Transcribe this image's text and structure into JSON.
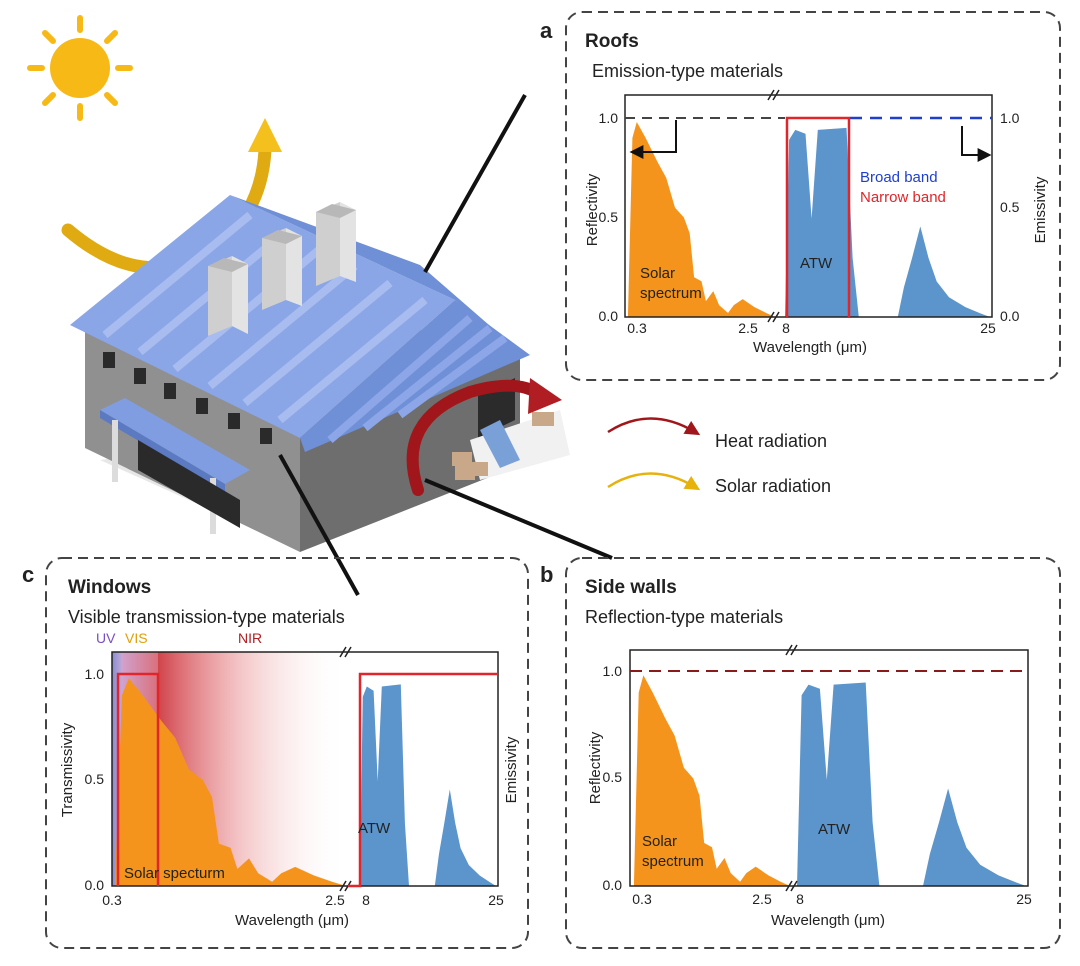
{
  "legend": {
    "heat_label": "Heat radiation",
    "solar_label": "Solar radiation",
    "heat_color": "#a0161a",
    "solar_color": "#e6b20c"
  },
  "colors": {
    "solar_fill": "#f5941d",
    "atw_fill": "#5b95cc",
    "narrow_band": "#e0262b",
    "broad_band": "#1f3fcf",
    "dashed_dark": "#444444",
    "dashed_red": "#8b1a1a",
    "roof": "#8aa6e6",
    "wall": "#8c8c8c",
    "sun": "#f7b916"
  },
  "panels": {
    "a": {
      "letter": "a",
      "title": "Roofs",
      "subtitle": "Emission-type materials",
      "left_axis_label": "Reflectivity",
      "right_axis_label": "Emissivity",
      "x_axis_label": "Wavelength (μm)",
      "x_ticks": [
        "0.3",
        "2.5",
        "8",
        "25"
      ],
      "y_ticks_left": [
        "0.0",
        "0.5",
        "1.0"
      ],
      "y_ticks_right": [
        "0.0",
        "0.5",
        "1.0"
      ],
      "solar_label_1": "Solar",
      "solar_label_2": "spectrum",
      "atw_label": "ATW",
      "broad_band_label": "Broad band",
      "narrow_band_label": "Narrow band"
    },
    "b": {
      "letter": "b",
      "title": "Side walls",
      "subtitle": "Reflection-type materials",
      "left_axis_label": "Reflectivity",
      "x_axis_label": "Wavelength (μm)",
      "x_ticks": [
        "0.3",
        "2.5",
        "8",
        "25"
      ],
      "y_ticks_left": [
        "0.0",
        "0.5",
        "1.0"
      ],
      "solar_label_1": "Solar",
      "solar_label_2": "spectrum",
      "atw_label": "ATW"
    },
    "c": {
      "letter": "c",
      "title": "Windows",
      "subtitle": "Visible transmission-type materials",
      "left_axis_label": "Transmissivity",
      "right_axis_label": "Emissivity",
      "x_axis_label": "Wavelength (μm)",
      "x_ticks": [
        "0.3",
        "2.5",
        "8",
        "25"
      ],
      "y_ticks_left": [
        "0.0",
        "0.5",
        "1.0"
      ],
      "solar_label": "Solar specturm",
      "atw_label": "ATW",
      "uv_label": "UV",
      "vis_label": "VIS",
      "nir_label": "NIR"
    }
  }
}
